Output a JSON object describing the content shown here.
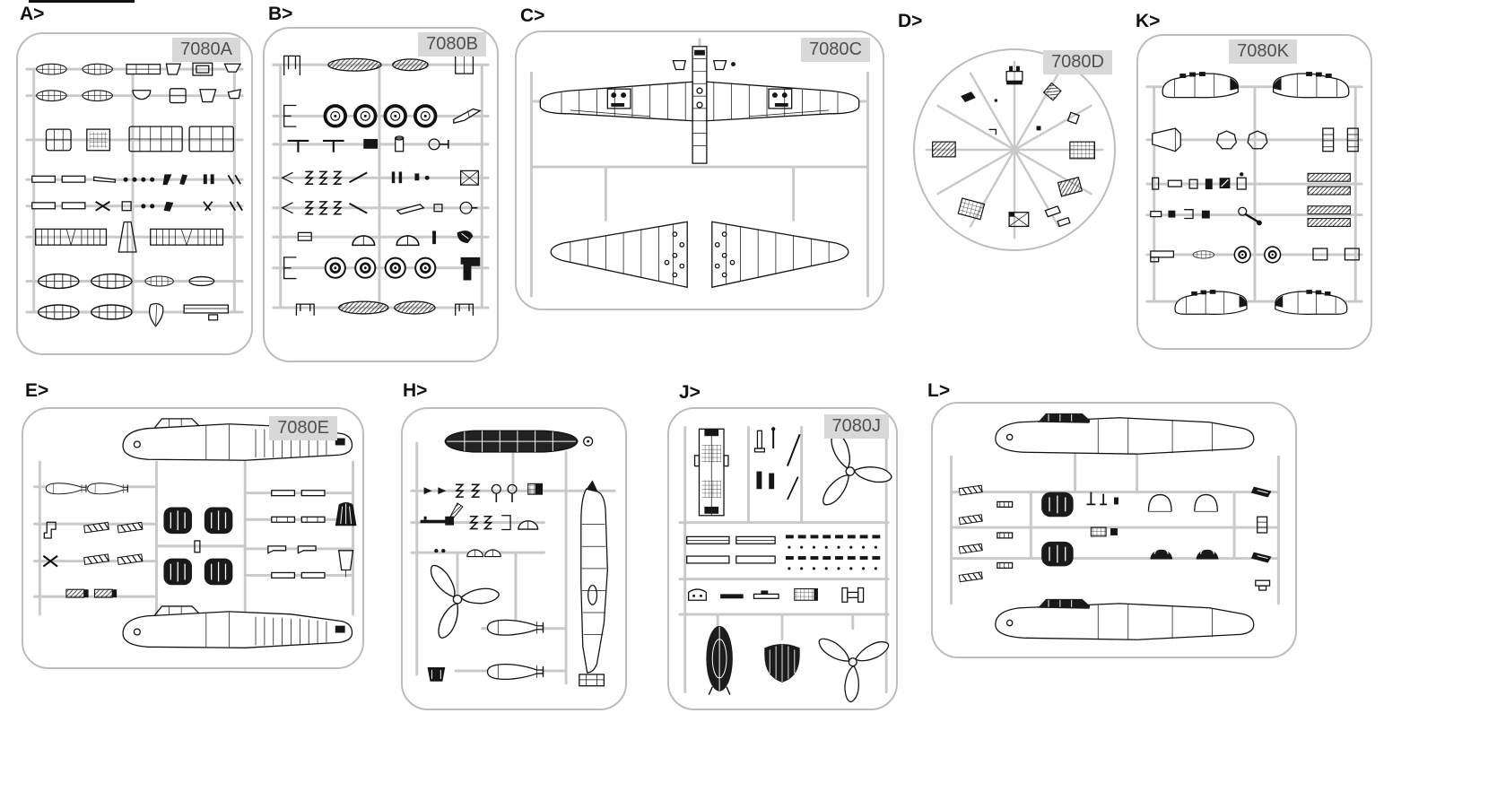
{
  "page": {
    "background": "#ffffff",
    "colors": {
      "frame": "#bdbdbd",
      "runner": "#c9c9c9",
      "part_line": "#111111",
      "code_bg": "#d8d8d8",
      "code_text": "#4f4f4f",
      "label_text": "#111111"
    }
  },
  "sprues": [
    {
      "id": "A",
      "label": "A>",
      "code": "7080A"
    },
    {
      "id": "B",
      "label": "B>",
      "code": "7080B"
    },
    {
      "id": "C",
      "label": "C>",
      "code": "7080C"
    },
    {
      "id": "D",
      "label": "D>",
      "code": "7080D"
    },
    {
      "id": "K",
      "label": "K>",
      "code": "7080K"
    },
    {
      "id": "E",
      "label": "E>",
      "code": "7080E"
    },
    {
      "id": "H",
      "label": "H>",
      "code": ""
    },
    {
      "id": "J",
      "label": "J>",
      "code": "7080J"
    },
    {
      "id": "L",
      "label": "L>",
      "code": ""
    }
  ]
}
